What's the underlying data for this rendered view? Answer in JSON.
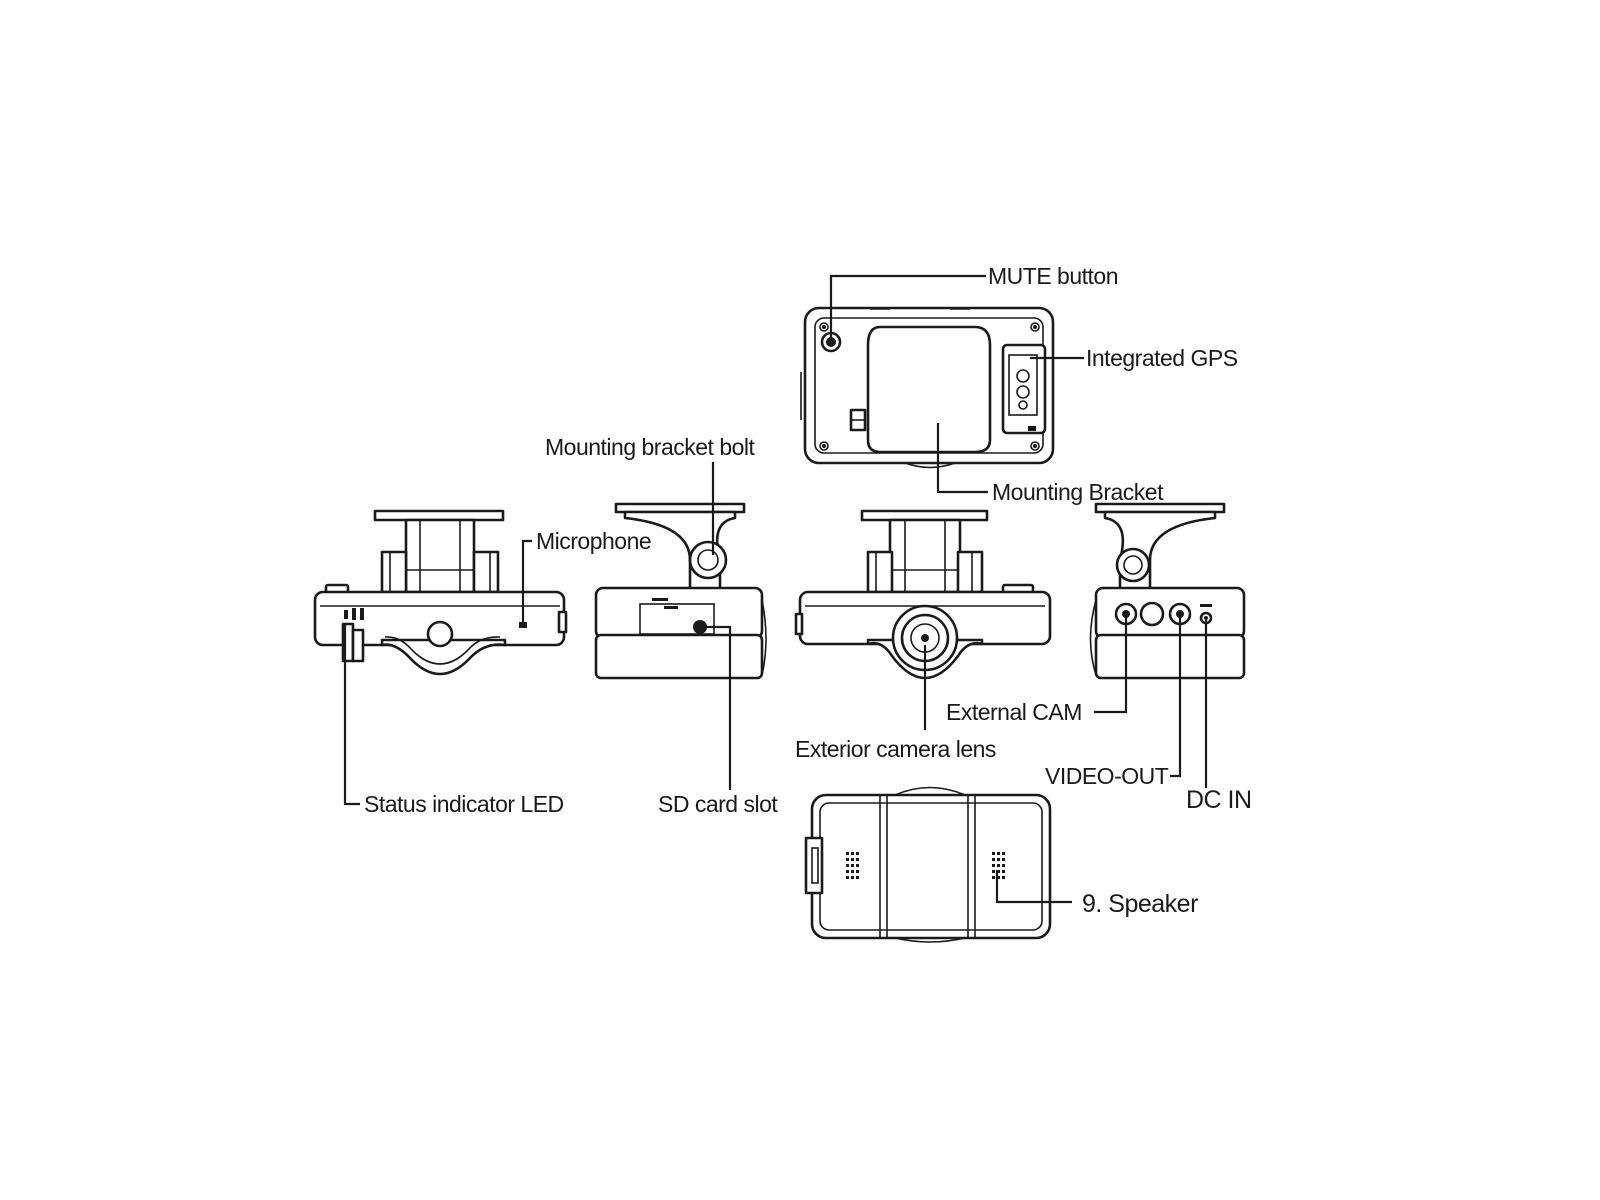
{
  "callouts": {
    "mute_button": "MUTE button",
    "integrated_gps": "Integrated GPS",
    "mounting_bracket_bolt": "Mounting bracket bolt",
    "mounting_bracket": "Mounting Bracket",
    "microphone": "Microphone",
    "external_cam": "External CAM",
    "exterior_camera_lens": "Exterior camera lens",
    "video_out": "VIDEO-OUT",
    "dc_in": "DC IN",
    "status_indicator_led": "Status indicator LED",
    "sd_card_slot": "SD card slot",
    "speaker": "9. Speaker"
  }
}
